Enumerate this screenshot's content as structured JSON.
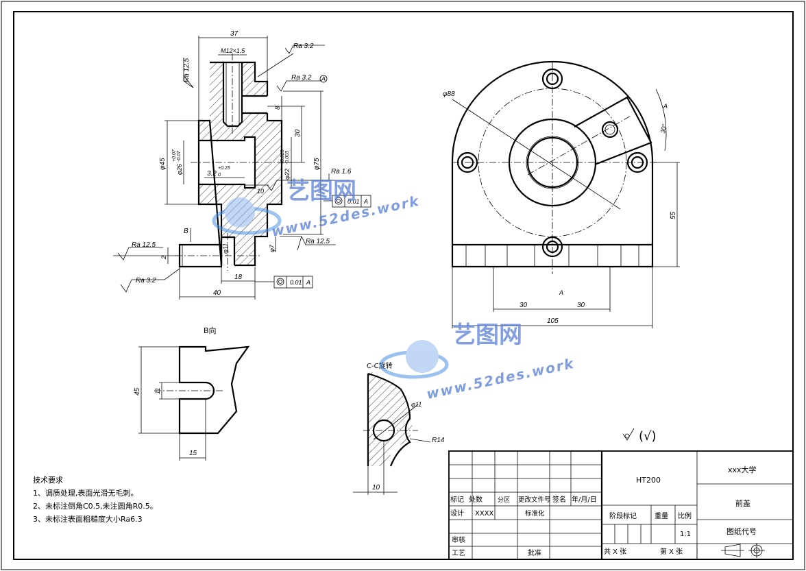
{
  "dims": {
    "d37": "37",
    "m12": "M12×1.5",
    "ra32a": "Ra 3.2",
    "ra32b": "Ra 3.2",
    "ra125_left": "Ra 12.5",
    "datumA": "A",
    "d8": "8",
    "d30": "30",
    "phi75": "φ75",
    "phi45": "φ45",
    "phi26": "φ26",
    "phi26_tol_up": "+0.07",
    "phi26_tol_dn": "-0.07",
    "phi22": "φ22",
    "phi22_tol_up": "+0.025",
    "phi22_tol_dn": "-0.003",
    "d32": "3.2",
    "d32_tol": "+0.25",
    "d32_tol2": "0",
    "d10": "10",
    "ra16": "Ra 1.6",
    "fcf_val": "0.01",
    "fcf_ref": "A",
    "B": "B",
    "ra125a": "Ra 12.5",
    "ra125b": "Ra 12.5",
    "phi11": "φ11",
    "phi7": "φ7",
    "d2": "2",
    "ra32c": "Ra 3.2",
    "d18": "18",
    "fcf2_val": "0.01",
    "fcf2_ref": "A",
    "d40": "40",
    "phi88": "φ88",
    "d30deg": "30°",
    "lblA": "A",
    "lblA2": "A",
    "d55": "55",
    "d30l": "30",
    "d30r": "30",
    "d105": "105",
    "bview": "B向",
    "d45": "45",
    "d11": "11",
    "d15": "15",
    "cview": "C-C旋转",
    "phi11c": "φ11",
    "r14": "R14",
    "d10c": "10",
    "roughness_note": "(√)"
  },
  "tech": {
    "title": "技术要求",
    "line1": "1、调质处理,表面光滑无毛刺。",
    "line2": "2、未标注倒角C0.5,未注圆角R0.5。",
    "line3": "3、未标注表面粗糙度大小Ra6.3"
  },
  "title_block": {
    "material": "HT200",
    "school": "xxx大学",
    "part_name": "前盖",
    "drawing_code": "图纸代号",
    "mark": "标记",
    "count": "处数",
    "zone": "分区",
    "change_doc": "更改文件号",
    "sign": "签名",
    "date": "年/月/日",
    "design": "设计",
    "designer": "XXXX",
    "standardize": "标准化",
    "stage_mark": "阶段标记",
    "weight": "重量",
    "scale": "比例",
    "scale_value": "1:1",
    "review": "审核",
    "process": "工艺",
    "approve": "批准",
    "total": "共 X 张",
    "sheet": "第 X 张"
  },
  "watermark": {
    "cn": "艺图网",
    "url": "www.52des.work"
  }
}
